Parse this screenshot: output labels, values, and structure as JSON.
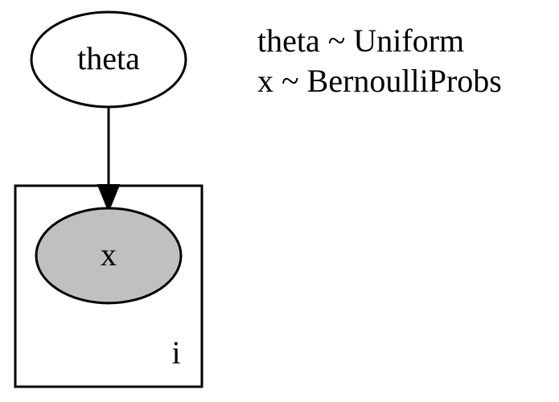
{
  "nodes": {
    "theta": {
      "label": "theta",
      "observed": false
    },
    "x": {
      "label": "x",
      "observed": true
    }
  },
  "plate": {
    "label": "i"
  },
  "edges": [
    {
      "from": "theta",
      "to": "x"
    }
  ],
  "legend": {
    "lines": [
      "theta ~ Uniform",
      "x ~ BernoulliProbs"
    ]
  },
  "colors": {
    "observed_fill": "#c0c0c0",
    "latent_fill": "#ffffff",
    "stroke": "#000000"
  }
}
